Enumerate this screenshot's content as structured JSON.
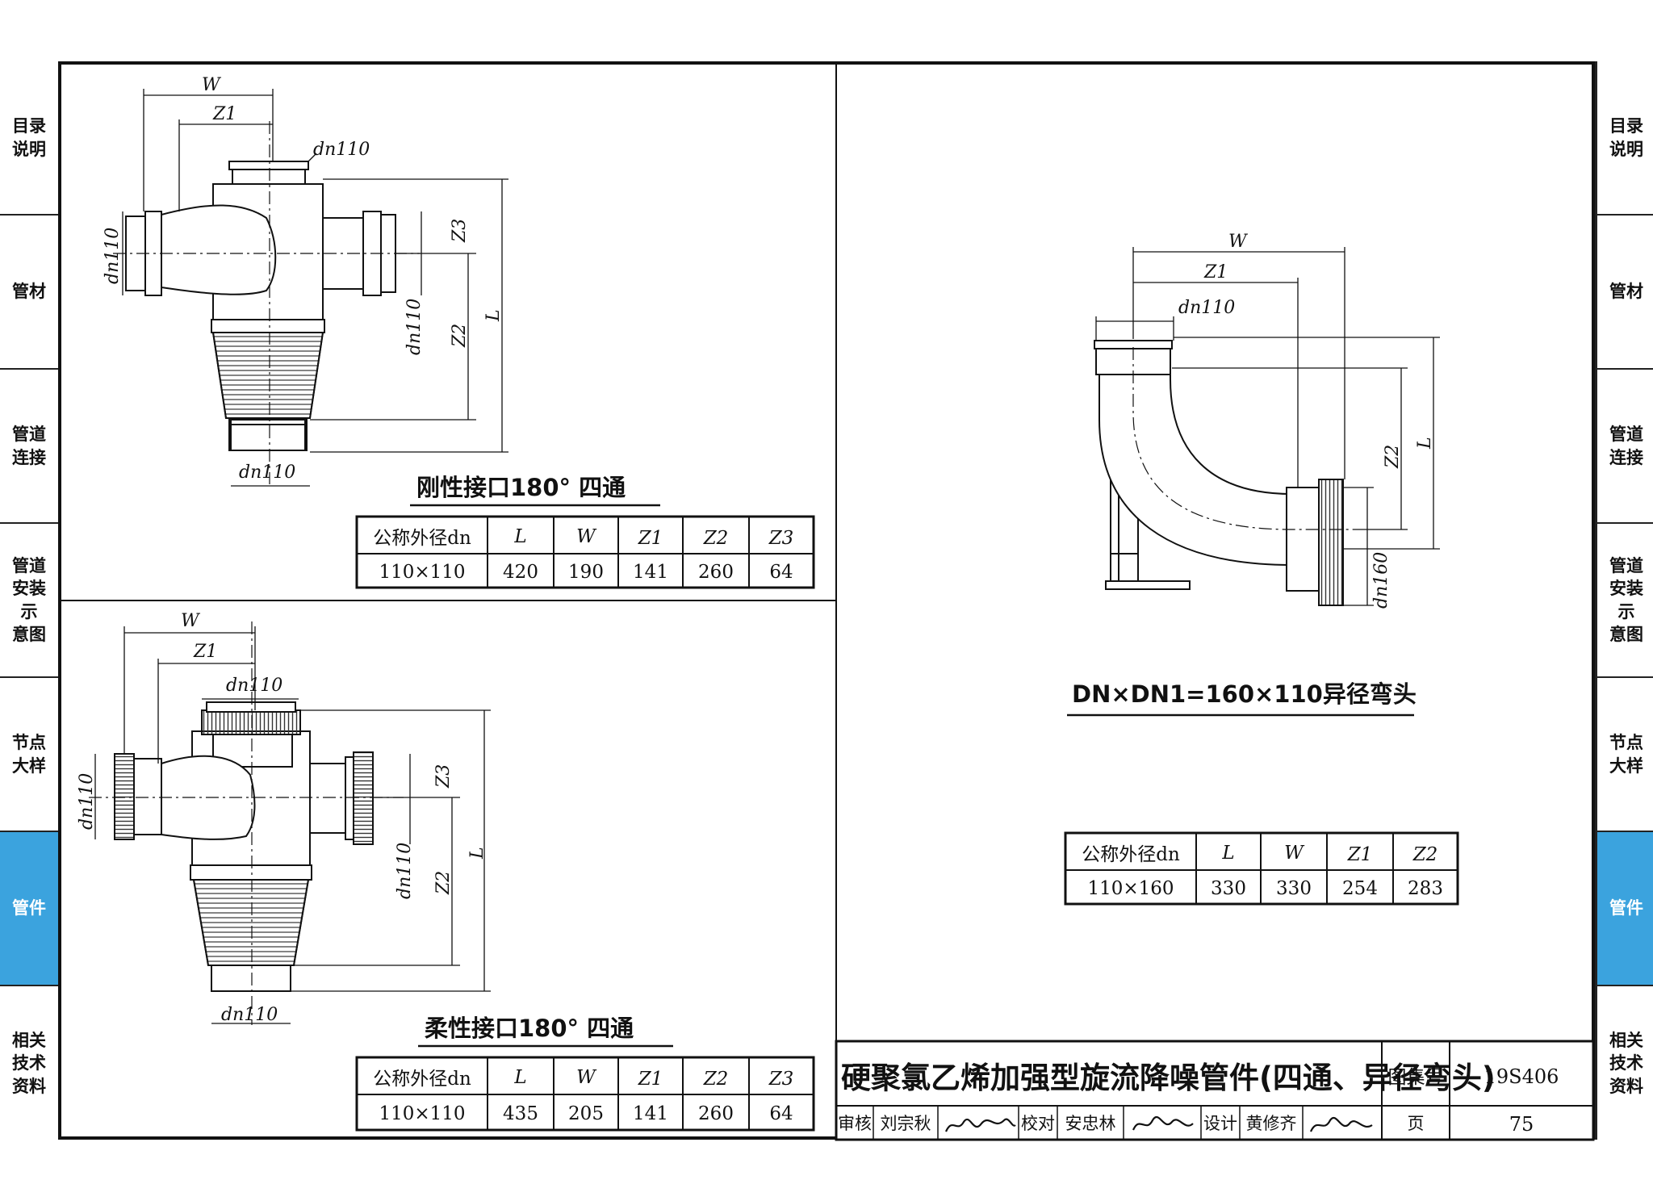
{
  "sidebar": {
    "items": [
      {
        "label": "目录\n说明",
        "active": false
      },
      {
        "label": "管材",
        "active": false
      },
      {
        "label": "管道\n连接",
        "active": false
      },
      {
        "label": "管道\n安装\n示\n意图",
        "active": false
      },
      {
        "label": "节点\n大样",
        "active": false
      },
      {
        "label": "管件",
        "active": true
      },
      {
        "label": "相关\n技术\n资料",
        "active": false
      }
    ],
    "active_color": "#3ba3de"
  },
  "dim": {
    "dn110": "dn110",
    "dn160": "dn160",
    "W": "W",
    "Z1": "Z1",
    "Z2": "Z2",
    "Z3": "Z3",
    "L": "L"
  },
  "rigid": {
    "title": "刚性接口180° 四通",
    "headers": [
      "公称外径dn",
      "L",
      "W",
      "Z1",
      "Z2",
      "Z3"
    ],
    "row": [
      "110×110",
      "420",
      "190",
      "141",
      "260",
      "64"
    ]
  },
  "flexible": {
    "title": "柔性接口180° 四通",
    "headers": [
      "公称外径dn",
      "L",
      "W",
      "Z1",
      "Z2",
      "Z3"
    ],
    "row": [
      "110×110",
      "435",
      "205",
      "141",
      "260",
      "64"
    ]
  },
  "elbow": {
    "title": "DN×DN1=160×110异径弯头",
    "headers": [
      "公称外径dn",
      "L",
      "W",
      "Z1",
      "Z2"
    ],
    "row": [
      "110×160",
      "330",
      "330",
      "254",
      "283"
    ]
  },
  "titleblock": {
    "title": "硬聚氯乙烯加强型旋流降噪管件(四通、异径弯头)",
    "atlas_label": "图集号",
    "atlas_no": "19S406",
    "review_label": "审核",
    "reviewer": "刘宗秋",
    "check_label": "校对",
    "checker": "安忠林",
    "design_label": "设计",
    "designer": "黄修齐",
    "page_label": "页",
    "page_no": "75"
  }
}
